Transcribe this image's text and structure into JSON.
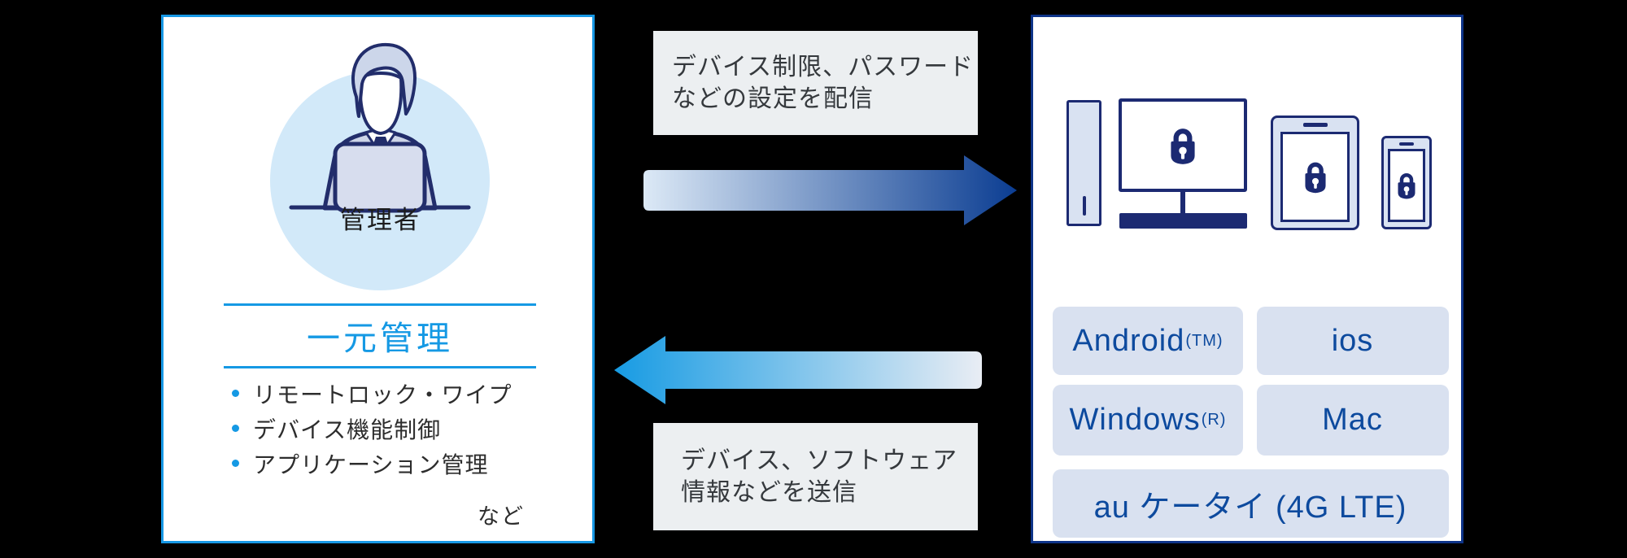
{
  "diagram": {
    "admin": {
      "avatar_label": "管理者",
      "title": "一元管理",
      "features": [
        "リモートロック・ワイプ",
        "デバイス機能制御",
        "アプリケーション管理"
      ],
      "etc": "など"
    },
    "flow_to_devices": {
      "line1": "デバイス制限、パスワード",
      "line2": "などの設定を配信"
    },
    "flow_to_admin": {
      "line1": "デバイス、ソフトウェア",
      "line2": "情報などを送信"
    },
    "devices": {
      "chips": [
        {
          "label": "Android",
          "suffix": "(TM)"
        },
        {
          "label": "ios",
          "suffix": ""
        },
        {
          "label": "Windows",
          "suffix": "(R)"
        },
        {
          "label": "Mac",
          "suffix": ""
        },
        {
          "label": "au ケータイ (4G LTE)",
          "suffix": ""
        }
      ]
    },
    "icons": {
      "admin_avatar": "person-at-laptop",
      "device_lock": "padlock",
      "flow_down": "arrow-right",
      "flow_up": "arrow-left"
    },
    "colors": {
      "accent_blue": "#1599e4",
      "navy_panel_border": "#0e3488",
      "device_navy": "#1c2a72",
      "chip_bg": "#d9e1f0",
      "chip_text": "#0d4a9e",
      "label_box_bg": "#eceff1",
      "arrow_dark_end": "#0b3d92",
      "arrow_light_end": "#dce9f6",
      "arrow_cyan_end": "#179be3",
      "arrow_fade_end": "#e9edf4",
      "avatar_circle_bg": "#d2e9f9"
    }
  }
}
